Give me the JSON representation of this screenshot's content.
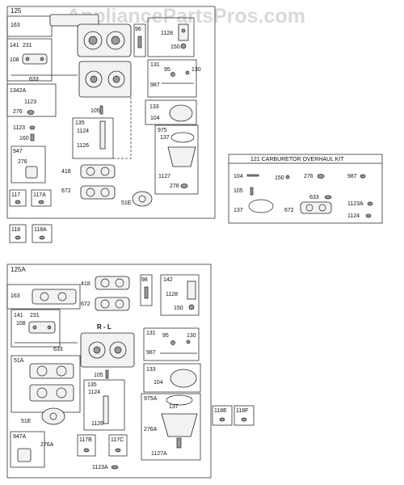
{
  "watermark": "AppliancePartsPros.com",
  "diagram_top": {
    "group_label": "125",
    "parts": {
      "p163": "163",
      "p96": "96",
      "p1128": "1128",
      "p150": "150",
      "p141": "141",
      "p231": "231",
      "p108": "108",
      "p633": "633",
      "p131": "131",
      "p95": "95",
      "p130": "130",
      "p987": "987",
      "p1342A": "1342A",
      "p1123": "1123",
      "p276": "276",
      "p133": "133",
      "p104": "104",
      "p105": "105",
      "p1123b": "1123",
      "p160": "160",
      "p135": "135",
      "p1124": "1124",
      "p1126": "1126",
      "p975": "975",
      "p137": "137",
      "p947": "947",
      "p276b": "276",
      "p418": "418",
      "p1127": "1127",
      "p276c": "276",
      "p672": "672",
      "p51E": "51E",
      "p117": "117",
      "p117A": "117A",
      "p118": "118",
      "p118A": "118A"
    }
  },
  "kit": {
    "title": "121 CARBURETOR OVERHAUL KIT",
    "parts": {
      "p104": "104",
      "p150": "150",
      "p276": "276",
      "p987": "987",
      "p105": "105",
      "p633": "633",
      "p1123A": "1123A",
      "p137": "137",
      "p672": "672",
      "p1124": "1124"
    }
  },
  "diagram_bottom": {
    "group_label": "125A",
    "rl_label": "R - L",
    "parts": {
      "p418": "418",
      "p98": "98",
      "p142": "142",
      "p163": "163",
      "p672": "672",
      "p1128": "1128",
      "p150": "150",
      "p141": "141",
      "p231": "231",
      "p108": "108",
      "p633": "633",
      "p131": "131",
      "p95": "95",
      "p130": "130",
      "p987": "987",
      "p51A": "51A",
      "p133": "133",
      "p104": "104",
      "p105": "105",
      "p135": "135",
      "p1124": "1124",
      "p1126": "1126",
      "p975A": "975A",
      "p137": "137",
      "p276A": "276A",
      "p118E": "118E",
      "p118F": "118F",
      "p51E": "51E",
      "p947A": "947A",
      "p276Ab": "276A",
      "p117B": "117B",
      "p117C": "117C",
      "p1127A": "1127A",
      "p1123A": "1123A"
    }
  }
}
